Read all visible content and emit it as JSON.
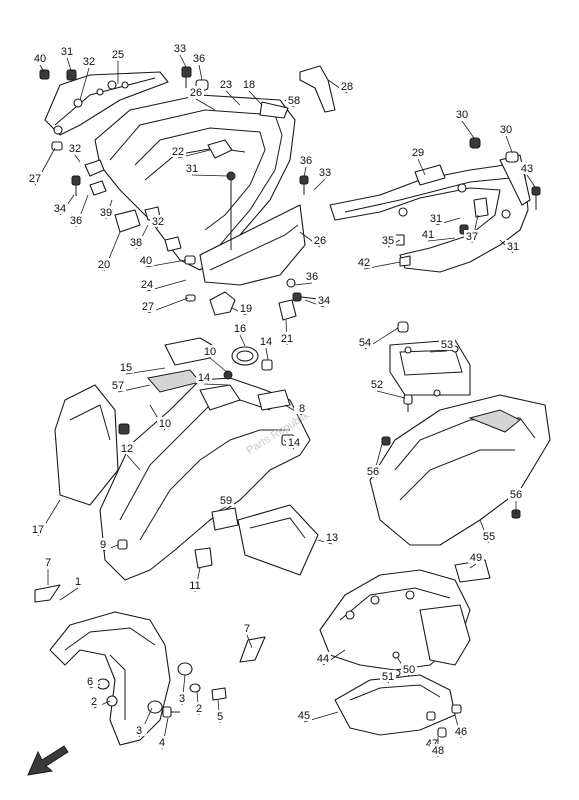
{
  "diagram": {
    "watermark": "Parts Republik",
    "labels": [
      "40",
      "31",
      "32",
      "25",
      "33",
      "36",
      "23",
      "18",
      "28",
      "58",
      "26",
      "32",
      "22",
      "27",
      "31",
      "36",
      "33",
      "34",
      "36",
      "39",
      "32",
      "38",
      "20",
      "40",
      "24",
      "27",
      "19",
      "21",
      "36",
      "34",
      "26",
      "30",
      "30",
      "29",
      "43",
      "31",
      "41",
      "37",
      "35",
      "42",
      "31",
      "16",
      "15",
      "57",
      "10",
      "14",
      "14",
      "8",
      "10",
      "12",
      "17",
      "14",
      "59",
      "9",
      "11",
      "13",
      "54",
      "53",
      "52",
      "56",
      "56",
      "55",
      "49",
      "7",
      "1",
      "6",
      "2",
      "3",
      "2",
      "5",
      "3",
      "4",
      "7",
      "44",
      "51",
      "50",
      "45",
      "46",
      "47",
      "48"
    ],
    "front_arrow": "front-direction-arrow"
  }
}
